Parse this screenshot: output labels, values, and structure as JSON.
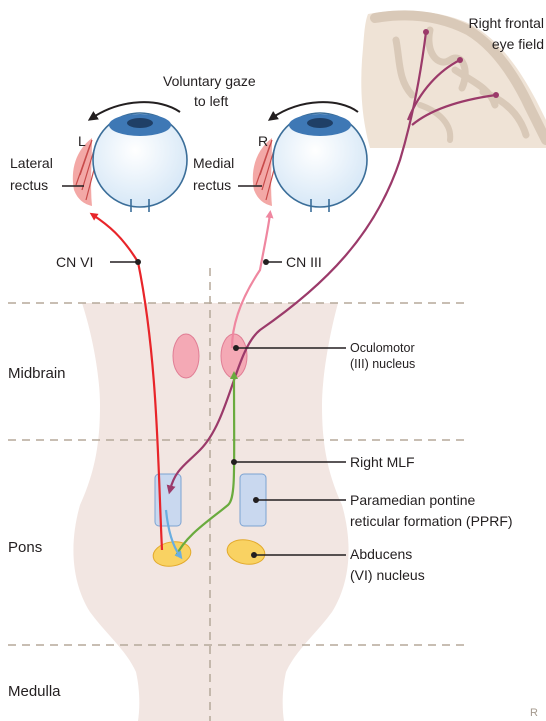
{
  "labels": {
    "frontal_eye_field_1": "Right frontal",
    "frontal_eye_field_2": "eye field",
    "gaze_1": "Voluntary gaze",
    "gaze_2": "to left",
    "left_eye": "L",
    "right_eye": "R",
    "lateral_rectus_1": "Lateral",
    "lateral_rectus_2": "rectus",
    "medial_rectus_1": "Medial",
    "medial_rectus_2": "rectus",
    "cn6": "CN VI",
    "cn3": "CN III",
    "midbrain": "Midbrain",
    "pons": "Pons",
    "medulla": "Medulla",
    "oculomotor_1": "Oculomotor",
    "oculomotor_2": "(III) nucleus",
    "right_mlf": "Right MLF",
    "pprf_1": "Paramedian pontine",
    "pprf_2": "reticular formation (PPRF)",
    "abducens_1": "Abducens",
    "abducens_2": "(VI) nucleus",
    "logo": "R"
  },
  "colors": {
    "brainstem": "#f2e6e2",
    "oculomotor_nucleus": "#f4a9b5",
    "pprf": "#c9d8ef",
    "abducens_nucleus": "#f9d262",
    "cn6_path": "#e8252a",
    "cn3_path": "#ef87a0",
    "cortical_path": "#9b3a6a",
    "mlf_path": "#6aab3e",
    "pprf_path": "#6aaee0",
    "divider": "#b5a99a"
  }
}
